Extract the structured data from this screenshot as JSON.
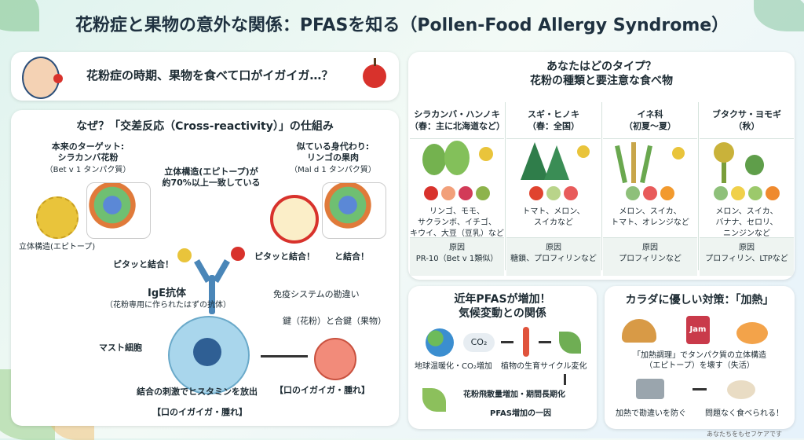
{
  "title": "花粉症と果物の意外な関係：PFASを知る（Pollen-Food Allergy Syndrome）",
  "intro": {
    "text": "花粉症の時期、果物を食べて口がイガイガ…？"
  },
  "mechanism": {
    "heading": "なぜ？「交差反応（Cross-reactivity）」の仕組み",
    "target_label": "本来のターゲット:\nシラカンバ花粉",
    "target_sub": "（Bet v 1 タンパク質）",
    "mimic_label": "似ている身代わり:\nリンゴの果肉",
    "mimic_sub": "（Mal d 1 タンパク質）",
    "structure_match": "立体構造(エピトープ)が\n約70%以上一致している",
    "epitope_label": "立体構造(エピトープ)",
    "bind_left": "ピタッと結合！",
    "bind_right": "ピタッと結合！",
    "bind_right2": "と結合！",
    "ige_label": "IgE抗体",
    "ige_sub": "（花粉専用に作られたはずの抗体）",
    "immune_note": "免疫システムの勘違い",
    "key_lock": "鍵（花粉）と合鍵（果物）",
    "mast_label": "マスト細胞",
    "histamine": "結合の刺激でヒスタミンを放出",
    "symptom1": "【口のイガイガ・腫れ】",
    "symptom2": "【口のイガイガ・腫れ】"
  },
  "types": {
    "heading": "あなたはどのタイプ？\n花粉の種類と要注意な食べ物",
    "cause_label": "原因",
    "columns": [
      {
        "name": "シラカンバ・ハンノキ",
        "season": "（春：主に北海道など）",
        "foods": "リンゴ、モモ、\nサクランボ、イチゴ、\nキウイ、大豆（豆乳）など",
        "cause": "PR-10（Bet v 1類似）"
      },
      {
        "name": "スギ・ヒノキ",
        "season": "（春：全国）",
        "foods": "トマト、メロン、\nスイカなど",
        "cause": "糖鎖、プロフィリンなど"
      },
      {
        "name": "イネ科",
        "season": "（初夏〜夏）",
        "foods": "メロン、スイカ、\nトマト、オレンジなど",
        "cause": "プロフィリンなど"
      },
      {
        "name": "ブタクサ・ヨモギ",
        "season": "（秋）",
        "foods": "メロン、スイカ、\nバナナ、セロリ、\nニンジンなど",
        "cause": "プロフィリン、LTPなど"
      }
    ]
  },
  "climate": {
    "heading": "近年PFASが増加！\n気候変動との関係",
    "co2_text": "CO₂",
    "warming": "地球温暖化・CO₂増加",
    "cycle": "植物の生育サイクル変化",
    "pollen": "花粉飛散量増加・期間長期化",
    "cause": "PFAS増加の一因"
  },
  "heat": {
    "heading": "カラダに優しい対策：「加熱」",
    "jam_text": "Jam",
    "desc": "「加熱調理」でタンパク質の立体構造\n（エピトープ）を壊す（失活）",
    "prevent": "加熱で勘違いを防ぐ",
    "ok": "問題なく食べられる！"
  },
  "footer": "あなたちをもセフケアです",
  "colors": {
    "accent_green": "#6fae54",
    "apple_red": "#d8322c",
    "pollen_yellow": "#e9c43b",
    "cell_blue": "#a9d6ec"
  }
}
